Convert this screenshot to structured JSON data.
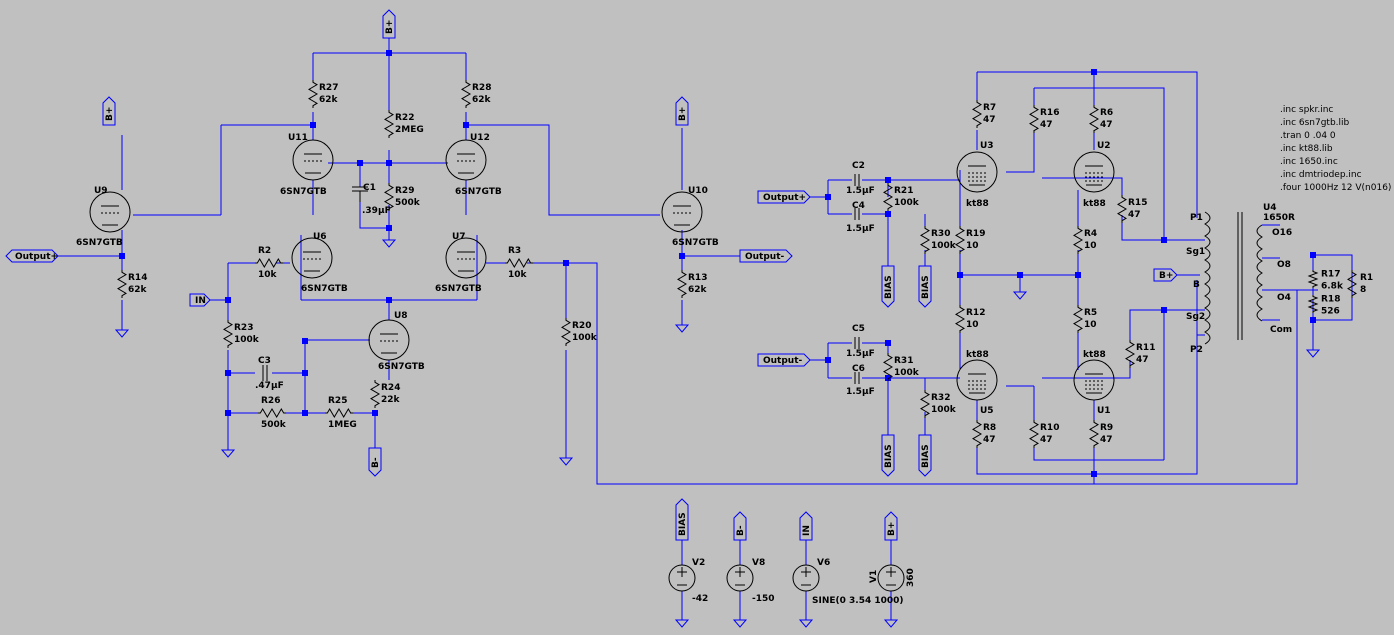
{
  "schematic": {
    "directives": [
      ".inc spkr.inc",
      ".inc 6sn7gtb.lib",
      ".tran 0 .04 0",
      ".inc kt88.lib",
      ".inc 1650.inc",
      ".inc dmtriodep.inc",
      ".four 1000Hz 12 V(n016)"
    ],
    "tubes": {
      "U9": {
        "ref": "U9",
        "model": "6SN7GTB"
      },
      "U10": {
        "ref": "U10",
        "model": "6SN7GTB"
      },
      "U11": {
        "ref": "U11",
        "model": "6SN7GTB"
      },
      "U12": {
        "ref": "U12",
        "model": "6SN7GTB"
      },
      "U6": {
        "ref": "U6",
        "model": "6SN7GTB"
      },
      "U7": {
        "ref": "U7",
        "model": "6SN7GTB"
      },
      "U8": {
        "ref": "U8",
        "model": "6SN7GTB"
      },
      "U3": {
        "ref": "U3",
        "model": "kt88"
      },
      "U2": {
        "ref": "U2",
        "model": "kt88"
      },
      "U5": {
        "ref": "U5",
        "model": "kt88"
      },
      "U1": {
        "ref": "U1",
        "model": "kt88"
      }
    },
    "resistors": {
      "R1": {
        "ref": "R1",
        "value": "8"
      },
      "R2": {
        "ref": "R2",
        "value": "10k"
      },
      "R3": {
        "ref": "R3",
        "value": "10k"
      },
      "R4": {
        "ref": "R4",
        "value": "10"
      },
      "R5": {
        "ref": "R5",
        "value": "10"
      },
      "R6": {
        "ref": "R6",
        "value": "47"
      },
      "R7": {
        "ref": "R7",
        "value": "47"
      },
      "R8": {
        "ref": "R8",
        "value": "47"
      },
      "R9": {
        "ref": "R9",
        "value": "47"
      },
      "R10": {
        "ref": "R10",
        "value": "47"
      },
      "R11": {
        "ref": "R11",
        "value": "47"
      },
      "R12": {
        "ref": "R12",
        "value": "10"
      },
      "R13": {
        "ref": "R13",
        "value": "62k"
      },
      "R14": {
        "ref": "R14",
        "value": "62k"
      },
      "R15": {
        "ref": "R15",
        "value": "47"
      },
      "R16": {
        "ref": "R16",
        "value": "47"
      },
      "R17": {
        "ref": "R17",
        "value": "6.8k"
      },
      "R18": {
        "ref": "R18",
        "value": "526"
      },
      "R19": {
        "ref": "R19",
        "value": "10"
      },
      "R20": {
        "ref": "R20",
        "value": "100k"
      },
      "R21": {
        "ref": "R21",
        "value": "100k"
      },
      "R22": {
        "ref": "R22",
        "value": "2MEG"
      },
      "R23": {
        "ref": "R23",
        "value": "100k"
      },
      "R24": {
        "ref": "R24",
        "value": "22k"
      },
      "R25": {
        "ref": "R25",
        "value": "1MEG"
      },
      "R26": {
        "ref": "R26",
        "value": "500k"
      },
      "R27": {
        "ref": "R27",
        "value": "62k"
      },
      "R28": {
        "ref": "R28",
        "value": "62k"
      },
      "R29": {
        "ref": "R29",
        "value": "500k"
      },
      "R30": {
        "ref": "R30",
        "value": "100k"
      },
      "R31": {
        "ref": "R31",
        "value": "100k"
      },
      "R32": {
        "ref": "R32",
        "value": "100k"
      }
    },
    "capacitors": {
      "C1": {
        "ref": "C1",
        "value": ".39µF"
      },
      "C2": {
        "ref": "C2",
        "value": "1.5µF"
      },
      "C3": {
        "ref": "C3",
        "value": ".47µF"
      },
      "C4": {
        "ref": "C4",
        "value": "1.5µF"
      },
      "C5": {
        "ref": "C5",
        "value": "1.5µF"
      },
      "C6": {
        "ref": "C6",
        "value": "1.5µF"
      }
    },
    "sources": {
      "V1": {
        "ref": "V1",
        "value": "360"
      },
      "V2": {
        "ref": "V2",
        "value": "-42"
      },
      "V6": {
        "ref": "V6",
        "value": "SINE(0 3.54 1000)"
      },
      "V8": {
        "ref": "V8",
        "value": "-150"
      }
    },
    "transformer": {
      "ref": "U4",
      "model": "1650R",
      "pins": {
        "p1": "P1",
        "sg1": "Sg1",
        "b": "B",
        "sg2": "Sg2",
        "p2": "P2",
        "o16": "O16",
        "o8": "O8",
        "o4": "O4",
        "com": "Com"
      }
    },
    "net_labels": {
      "bplus": "B+",
      "bminus": "B-",
      "bias": "BIAS",
      "in": "IN",
      "out_plus": "Output+",
      "out_minus": "Output-"
    },
    "colors": {
      "background": "#c0c0c0",
      "wire": "#0000ff",
      "component": "#000000"
    }
  }
}
